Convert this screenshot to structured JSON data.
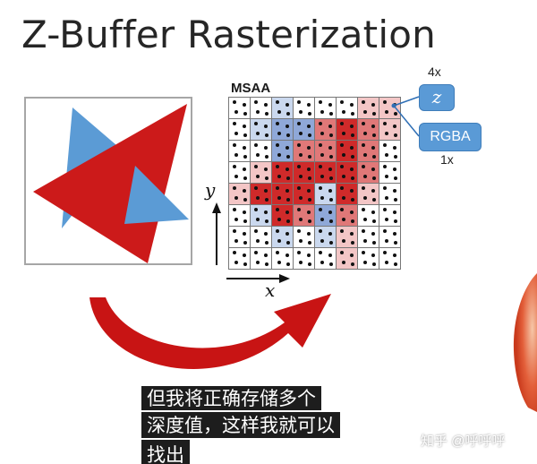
{
  "slide": {
    "title": "Z-Buffer Rasterization",
    "msaa_label": "MSAA",
    "callouts": {
      "z": "z",
      "rgba": "RGBA"
    },
    "sample_labels": {
      "depth": "4x",
      "color": "1x"
    },
    "axis_labels": {
      "y": "y",
      "x": "x"
    }
  },
  "grid": {
    "rows": 8,
    "cols": 8,
    "cells": [
      [
        "w",
        "w",
        "b1",
        "w",
        "w",
        "w",
        "r1",
        "r1"
      ],
      [
        "w",
        "b1",
        "b2",
        "b2",
        "r2",
        "r3",
        "r2",
        "r1"
      ],
      [
        "w",
        "w",
        "b2",
        "r2",
        "r2",
        "r3",
        "r2",
        "w"
      ],
      [
        "w",
        "r1",
        "r3",
        "r3",
        "r3",
        "r3",
        "r2",
        "w"
      ],
      [
        "r1",
        "r3",
        "r3",
        "r3",
        "b1",
        "r3",
        "r1",
        "w"
      ],
      [
        "w",
        "b1",
        "r3",
        "r2",
        "b2",
        "r2",
        "w",
        "w"
      ],
      [
        "w",
        "w",
        "b1",
        "w",
        "b1",
        "r1",
        "w",
        "w"
      ],
      [
        "w",
        "w",
        "w",
        "w",
        "w",
        "r1",
        "w",
        "w"
      ]
    ],
    "palette": {
      "w": "#ffffff",
      "b1": "#cad8ee",
      "b2": "#8fa8d8",
      "r1": "#f3c6c6",
      "r2": "#e07878",
      "r3": "#cf2a2a"
    }
  },
  "shapes": {
    "triangle_colors": {
      "blue": "#5b9bd5",
      "red": "#cc1a1a"
    }
  },
  "subtitles": [
    "但我将正确存储多个",
    "深度值，这样我就可以",
    "找出"
  ],
  "watermark": "知乎 @呼呼呼"
}
